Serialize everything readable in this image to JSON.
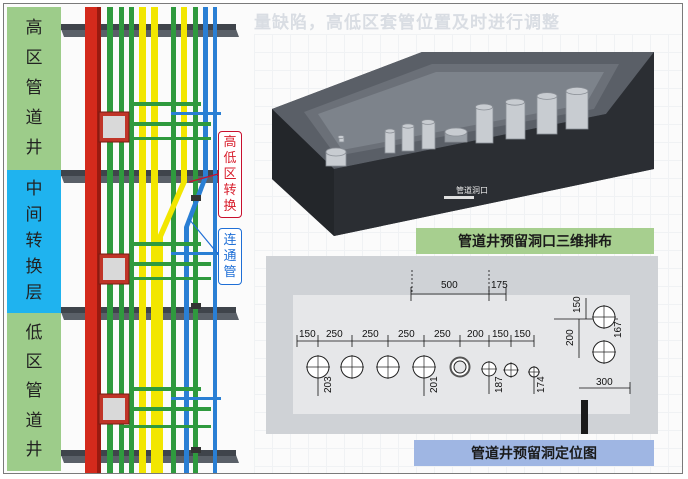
{
  "zones": [
    {
      "label": [
        "高",
        "区",
        "管",
        "道",
        "井"
      ],
      "color": "#9dcc8a"
    },
    {
      "label": [
        "中",
        "间",
        "转",
        "换",
        "层"
      ],
      "color": "#1fb3ef"
    },
    {
      "label": [
        "低",
        "区",
        "管",
        "道",
        "井"
      ],
      "color": "#9dcc8a"
    }
  ],
  "callouts": {
    "transfer": [
      "高",
      "低",
      "区",
      "转",
      "换"
    ],
    "connector": [
      "连",
      "通",
      "管"
    ]
  },
  "background_text": "量缺陷，高低区套管位置及时进行调整",
  "model_label": "管道洞口",
  "captions": {
    "three_d": "管道井预留洞口三维排布",
    "plan": "管道井预留洞定位图"
  },
  "dimensions": {
    "top": [
      "500",
      "175"
    ],
    "spacing": [
      "150",
      "250",
      "250",
      "250",
      "250",
      "200",
      "150",
      "150"
    ],
    "vertical_left": [
      "203",
      "201",
      "187",
      "174"
    ],
    "right_group": [
      "150",
      "200",
      "167",
      "300"
    ]
  },
  "colors": {
    "red_pipe": "#d42a1c",
    "green_pipe": "#2f9a3e",
    "yellow_pipe": "#f2e600",
    "blue_pipe": "#2a7fd4",
    "slab": "#4a4f57"
  }
}
